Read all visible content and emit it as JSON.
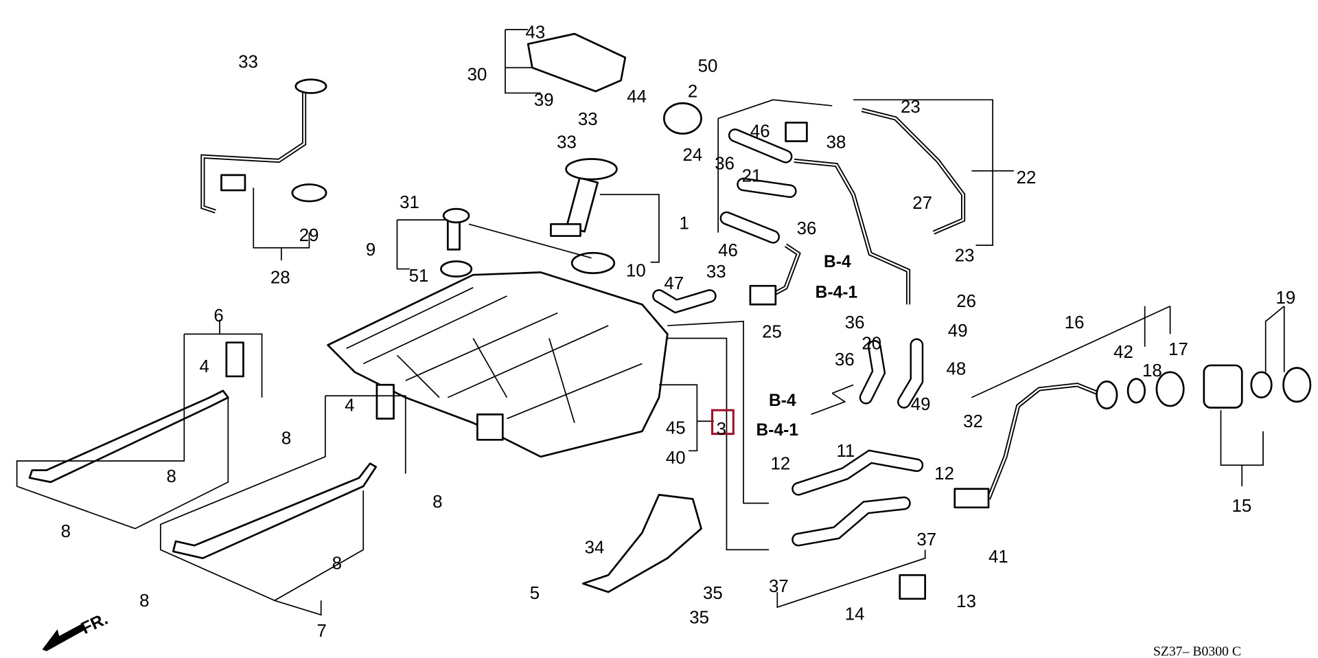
{
  "diagram": {
    "callouts": [
      "1",
      "2",
      "3",
      "4",
      "4",
      "5",
      "6",
      "7",
      "8",
      "8",
      "8",
      "8",
      "8",
      "8",
      "9",
      "10",
      "11",
      "12",
      "12",
      "13",
      "14",
      "15",
      "16",
      "17",
      "18",
      "19",
      "20",
      "21",
      "22",
      "23",
      "23",
      "24",
      "25",
      "26",
      "27",
      "28",
      "29",
      "30",
      "31",
      "32",
      "33",
      "33",
      "33",
      "33",
      "34",
      "35",
      "35",
      "36",
      "36",
      "36",
      "36",
      "37",
      "37",
      "38",
      "39",
      "40",
      "41",
      "42",
      "43",
      "44",
      "45",
      "46",
      "46",
      "47",
      "48",
      "49",
      "49",
      "50",
      "51"
    ],
    "highlighted_callout": "3",
    "highlight_color": "#a0102a",
    "references": [
      "B-4",
      "B-4-1",
      "B-4",
      "B-4-1"
    ],
    "front_marker": "FR.",
    "diagram_code": "SZ37– B0300 C"
  }
}
